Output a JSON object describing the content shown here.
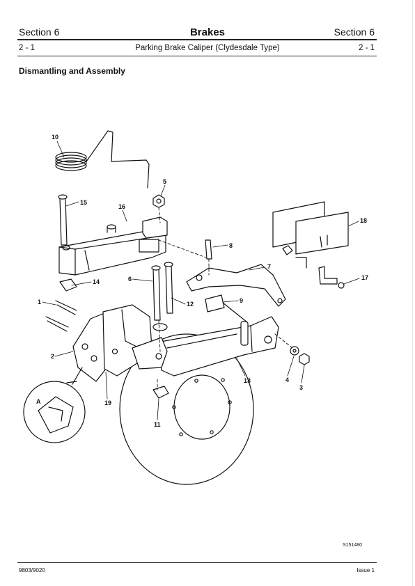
{
  "header": {
    "section_left": "Section 6",
    "title": "Brakes",
    "section_right": "Section 6",
    "page_left": "2 - 1",
    "subtitle": "Parking Brake Caliper (Clydesdale Type)",
    "page_right": "2 - 1"
  },
  "content": {
    "heading": "Dismantling and Assembly"
  },
  "diagram": {
    "reference": "S151480",
    "labels": {
      "l1": "1",
      "l2": "2",
      "l3": "3",
      "l4": "4",
      "l5": "5",
      "l6": "6",
      "l7": "7",
      "l8": "8",
      "l9": "9",
      "l10": "10",
      "l11": "11",
      "l12": "12",
      "l13": "13",
      "l14": "14",
      "l15": "15",
      "l16": "16",
      "l17": "17",
      "l18": "18",
      "l19": "19",
      "detail": "A"
    }
  },
  "footer": {
    "doc_number": "9803/9020",
    "issue": "Issue 1"
  }
}
